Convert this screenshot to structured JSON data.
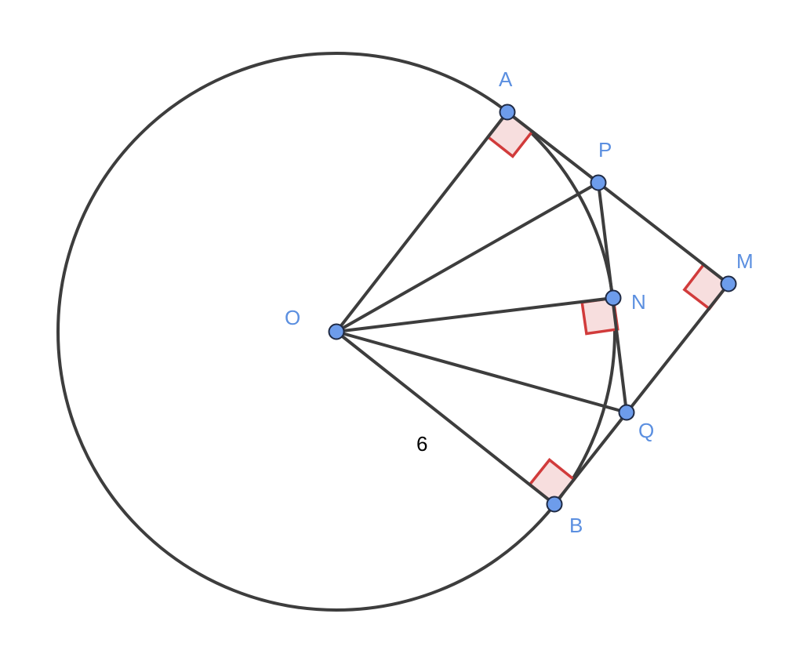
{
  "points": {
    "O": "O",
    "A": "A",
    "B": "B",
    "P": "P",
    "Q": "Q",
    "M": "M",
    "N": "N"
  },
  "radius_label": "6",
  "colors": {
    "line": "#3d3d3d",
    "point_fill": "#6d9ceb",
    "point_label": "#5b8fe0",
    "right_angle_stroke": "#d13b3b",
    "right_angle_fill": "#f7dede"
  }
}
